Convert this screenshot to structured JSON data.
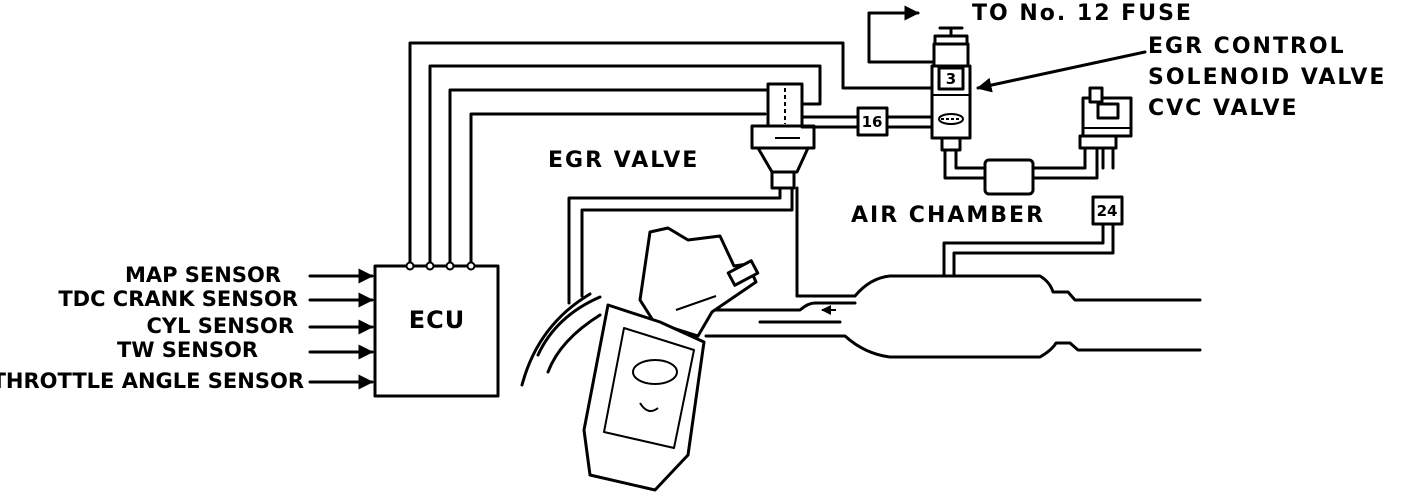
{
  "ecu": {
    "label": "ECU"
  },
  "sensors": [
    {
      "label": "MAP SENSOR"
    },
    {
      "label": "TDC CRANK SENSOR"
    },
    {
      "label": "CYL SENSOR"
    },
    {
      "label": "TW SENSOR"
    },
    {
      "label": "THROTTLE ANGLE SENSOR"
    }
  ],
  "callouts": {
    "fuse": "TO No. 12 FUSE",
    "egr_control_line1": "EGR CONTROL",
    "egr_control_line2": "SOLENOID VALVE",
    "cvc_valve": "CVC VALVE",
    "egr_valve": "EGR VALVE",
    "air_chamber": "AIR CHAMBER"
  },
  "badges": {
    "hose_16": "16",
    "hose_24": "24",
    "connector_3": "3"
  },
  "colors": {
    "ink": "#000000",
    "background": "#ffffff"
  }
}
